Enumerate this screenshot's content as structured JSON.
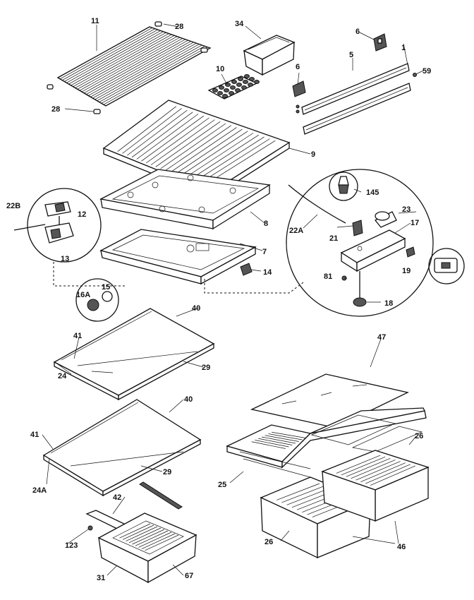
{
  "callouts": {
    "c11": "11",
    "c28a": "28",
    "c28b": "28",
    "c34": "34",
    "c6a": "6",
    "c6b": "6",
    "c1": "1",
    "c5": "5",
    "c59": "59",
    "c10": "10",
    "c9": "9",
    "c22b": "22B",
    "c12": "12",
    "c13": "13",
    "c8": "8",
    "c7": "7",
    "c14": "14",
    "c16a": "16A",
    "c15": "15",
    "c22a": "22A",
    "c145": "145",
    "c23": "23",
    "c21": "21",
    "c17": "17",
    "c19": "19",
    "c81": "81",
    "c18": "18",
    "c40a": "40",
    "c41a": "41",
    "c29a": "29",
    "c24": "24",
    "c40b": "40",
    "c41b": "41",
    "c29b": "29",
    "c24a": "24A",
    "c47": "47",
    "c26a": "26",
    "c25": "25",
    "c26b": "26",
    "c46": "46",
    "c42": "42",
    "c123": "123",
    "c31": "31",
    "c67": "67"
  }
}
